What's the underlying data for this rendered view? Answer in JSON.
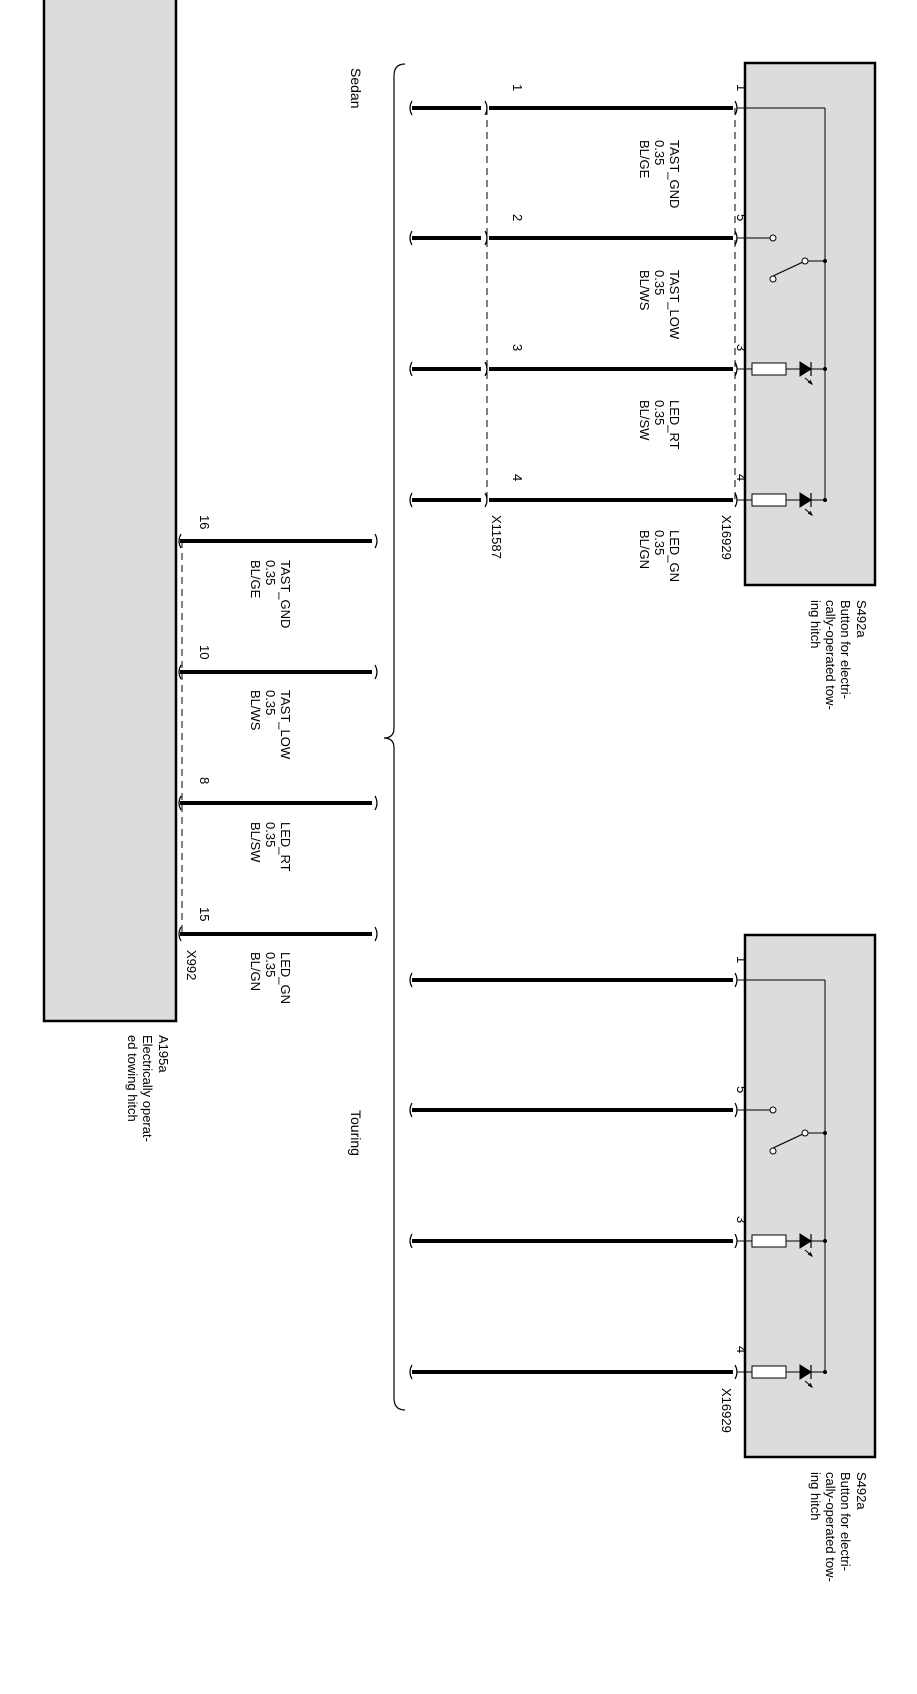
{
  "module_a195a": {
    "id": "A195a",
    "name_lines": [
      "Electrically operat-",
      "ed towing hitch"
    ],
    "connector": "X992"
  },
  "sedan_label": "Sedan",
  "touring_label": "Touring",
  "inline_connector": "X11587",
  "button_sedan": {
    "id": "S492a",
    "name_lines": [
      "Button for electri-",
      "cally-operated tow-",
      "ing hitch"
    ],
    "connector": "X16929"
  },
  "button_touring": {
    "id": "S492a",
    "name_lines": [
      "Button for electri-",
      "cally-operated tow-",
      "ing hitch"
    ],
    "connector": "X16929"
  },
  "sedan_wires": [
    {
      "pin_inline": "1",
      "pin_button": "1",
      "signal": "TAST_GND",
      "size": "0.35",
      "color": "BL/GE"
    },
    {
      "pin_inline": "2",
      "pin_button": "5",
      "signal": "TAST_LOW",
      "size": "0.35",
      "color": "BL/WS"
    },
    {
      "pin_inline": "3",
      "pin_button": "3",
      "signal": "LED_RT",
      "size": "0.35",
      "color": "BL/SW"
    },
    {
      "pin_inline": "4",
      "pin_button": "4",
      "signal": "LED_GN",
      "size": "0.35",
      "color": "BL/GN"
    }
  ],
  "a195_wires": [
    {
      "pin": "16",
      "signal": "TAST_GND",
      "size": "0.35",
      "color": "BL/GE"
    },
    {
      "pin": "10",
      "signal": "TAST_LOW",
      "size": "0.35",
      "color": "BL/WS"
    },
    {
      "pin": "8",
      "signal": "LED_RT",
      "size": "0.35",
      "color": "BL/SW"
    },
    {
      "pin": "15",
      "signal": "LED_GN",
      "size": "0.35",
      "color": "BL/GN"
    }
  ],
  "touring_wires": [
    {
      "pin_button": "1"
    },
    {
      "pin_button": "5"
    },
    {
      "pin_button": "3"
    },
    {
      "pin_button": "4"
    }
  ]
}
